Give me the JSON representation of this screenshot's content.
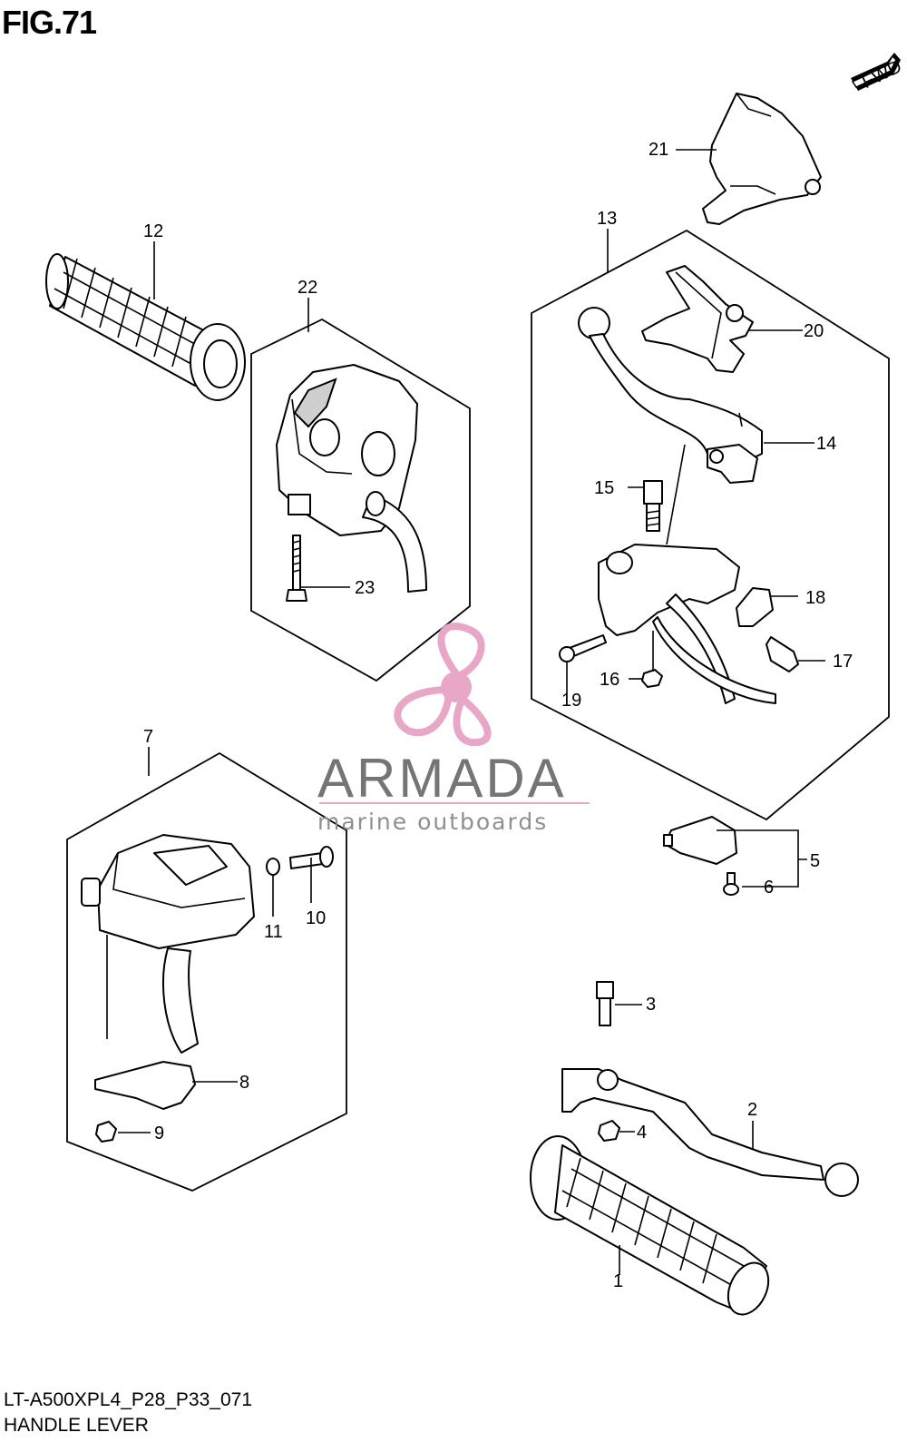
{
  "figure": {
    "title": "FIG.71",
    "fwd_label": "FWD",
    "code": "LT-A500XPL4_P28_P33_071",
    "name": "HANDLE LEVER"
  },
  "watermark": {
    "brand": "ARMADA",
    "tagline": "marine outboards",
    "color_primary": "#e8a3c6",
    "color_text": "#6e6e6e"
  },
  "callouts": [
    "1",
    "2",
    "3",
    "4",
    "5",
    "6",
    "7",
    "8",
    "9",
    "10",
    "11",
    "12",
    "13",
    "14",
    "15",
    "16",
    "17",
    "18",
    "19",
    "20",
    "21",
    "22",
    "23"
  ]
}
